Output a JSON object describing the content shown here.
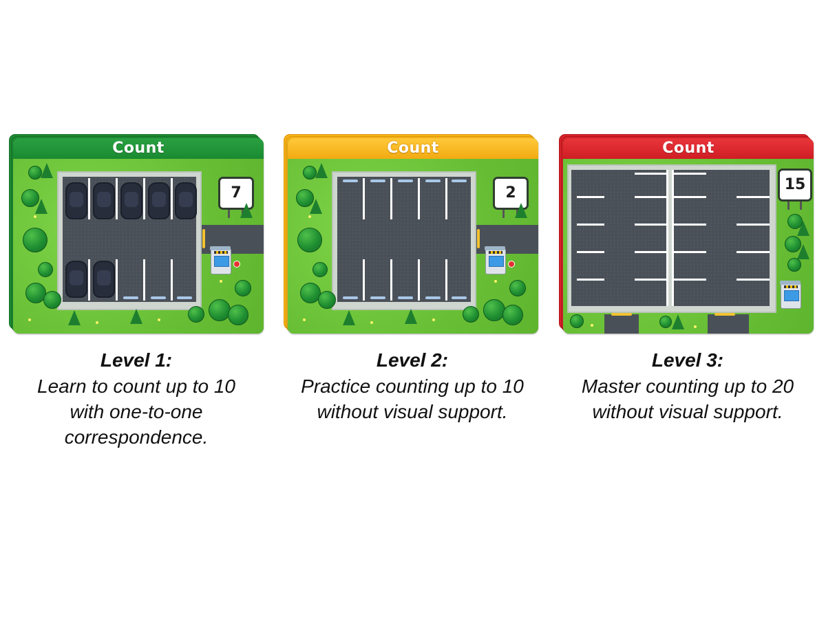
{
  "cards": [
    {
      "header": "Count",
      "header_color": "#1d8a33",
      "sign_number": "7",
      "filled_spaces": 7,
      "total_spaces": 10,
      "level_title": "Level 1:",
      "description": "Learn to count up to 10 with one-to-one correspondence."
    },
    {
      "header": "Count",
      "header_color": "#f7b31a",
      "sign_number": "2",
      "filled_spaces": 0,
      "total_spaces": 10,
      "level_title": "Level 2:",
      "description": "Practice counting up to 10 without visual support."
    },
    {
      "header": "Count",
      "header_color": "#d8232a",
      "sign_number": "15",
      "filled_spaces": 0,
      "total_spaces": 20,
      "level_title": "Level 3:",
      "description": "Master counting up to 20 without visual support."
    }
  ]
}
